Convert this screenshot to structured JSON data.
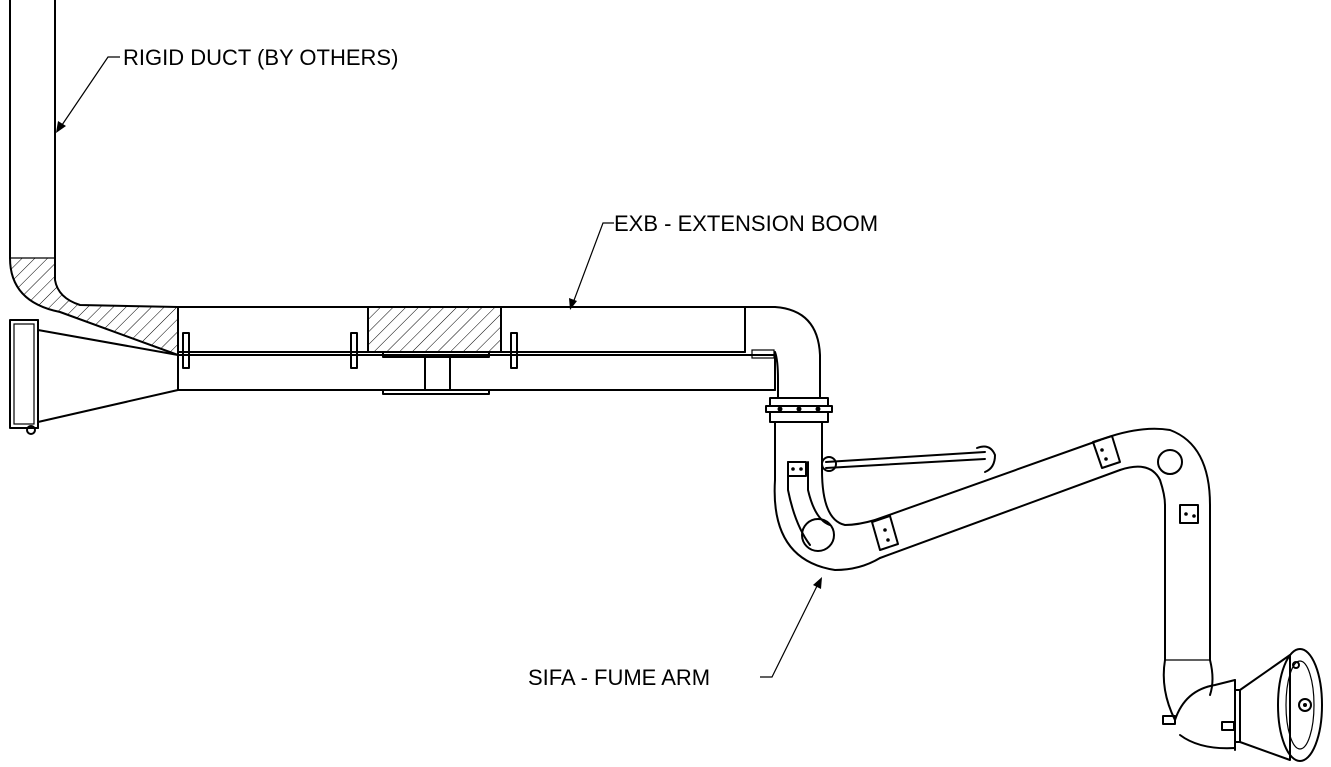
{
  "labels": {
    "rigid_duct": "RIGID DUCT (BY OTHERS)",
    "extension_boom": "EXB - EXTENSION BOOM",
    "fume_arm": "SIFA - FUME ARM"
  },
  "colors": {
    "line": "#000000",
    "background": "#ffffff"
  }
}
